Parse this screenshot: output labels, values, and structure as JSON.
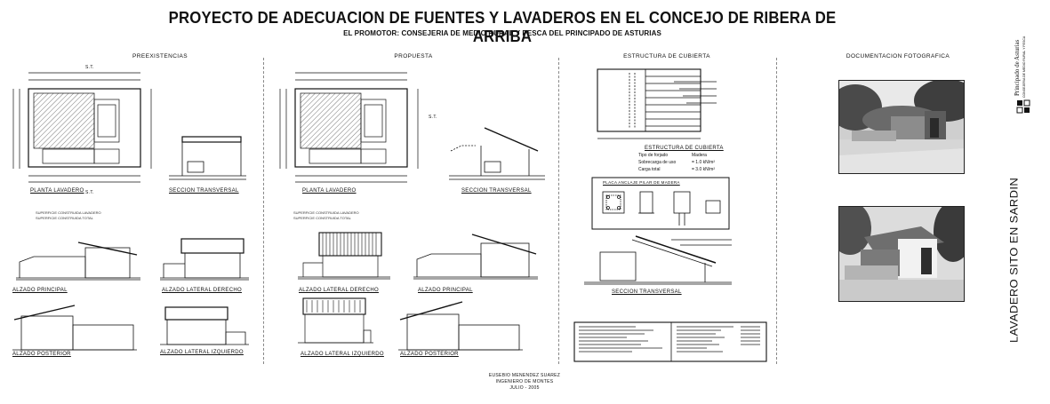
{
  "header": {
    "title": "PROYECTO DE ADECUACION DE FUENTES Y LAVADEROS EN EL CONCEJO DE RIBERA DE ARRIBA",
    "subtitle": "EL PROMOTOR: CONSEJERIA DE MEDIO RURAL Y PESCA DEL PRINCIPADO DE ASTURIAS"
  },
  "sections": {
    "preexistencias": "PREEXISTENCIAS",
    "propuesta": "PROPUESTA",
    "estructura": "ESTRUCTURA DE CUBIERTA",
    "documentacion": "DOCUMENTACION FOTOGRAFICA"
  },
  "drawings": {
    "planta_lavadero_1": "PLANTA LAVADERO",
    "seccion_transversal_1": "SECCION TRANSVERSAL",
    "planta_lavadero_2": "PLANTA LAVADERO",
    "seccion_transversal_2": "SECCION TRANSVERSAL",
    "alzado_principal_1": "ALZADO PRINCIPAL",
    "alzado_lateral_derecho_1": "ALZADO LATERAL DERECHO",
    "alzado_posterior_1": "ALZADO POSTERIOR",
    "alzado_lateral_izquierdo_1": "ALZADO LATERAL IZQUIERDO",
    "alzado_lateral_derecho_2": "ALZADO LATERAL DERECHO",
    "alzado_principal_2": "ALZADO PRINCIPAL",
    "alzado_lateral_izquierdo_2": "ALZADO LATERAL IZQUIERDO",
    "alzado_posterior_2": "ALZADO POSTERIOR",
    "seccion_transversal_3": "SECCION TRANSVERSAL",
    "estructura_cubierta": "ESTRUCTURA DE CUBIERTA",
    "placa_anclaje": "PLACA ANCLAJE PILAR DE MADERA",
    "section_marker": "S.T."
  },
  "loads": {
    "tipo_label": "Tipo de forjado",
    "tipo_value": "Madera",
    "sobrecarga_label": "Sobrecarga de uso",
    "sobrecarga_value": "= 1.0 kN/m²",
    "carga_label": "Carga total",
    "carga_value": "= 3.0 kN/m²"
  },
  "surfaces": {
    "line1": "SUPERFICIE CONSTRUIDA LAVADERO",
    "line2": "SUPERFICIE CONSTRUIDA TOTAL"
  },
  "sidebar": {
    "logo_text": "Principado de Asturias",
    "consejeria": "CONSEJERIA DE MEDIO RURAL Y PESCA",
    "main_title": "LAVADERO SITO EN SARDIN"
  },
  "footer": {
    "author": "EUSEBIO MENENDEZ SUAREZ",
    "role": "INGENIERO DE MONTES",
    "date": "JULIO - 2005"
  },
  "colors": {
    "ink": "#111111",
    "hatch": "#555555",
    "photo_sky": "#e8e8e8",
    "photo_trees": "#5a5a5a"
  }
}
